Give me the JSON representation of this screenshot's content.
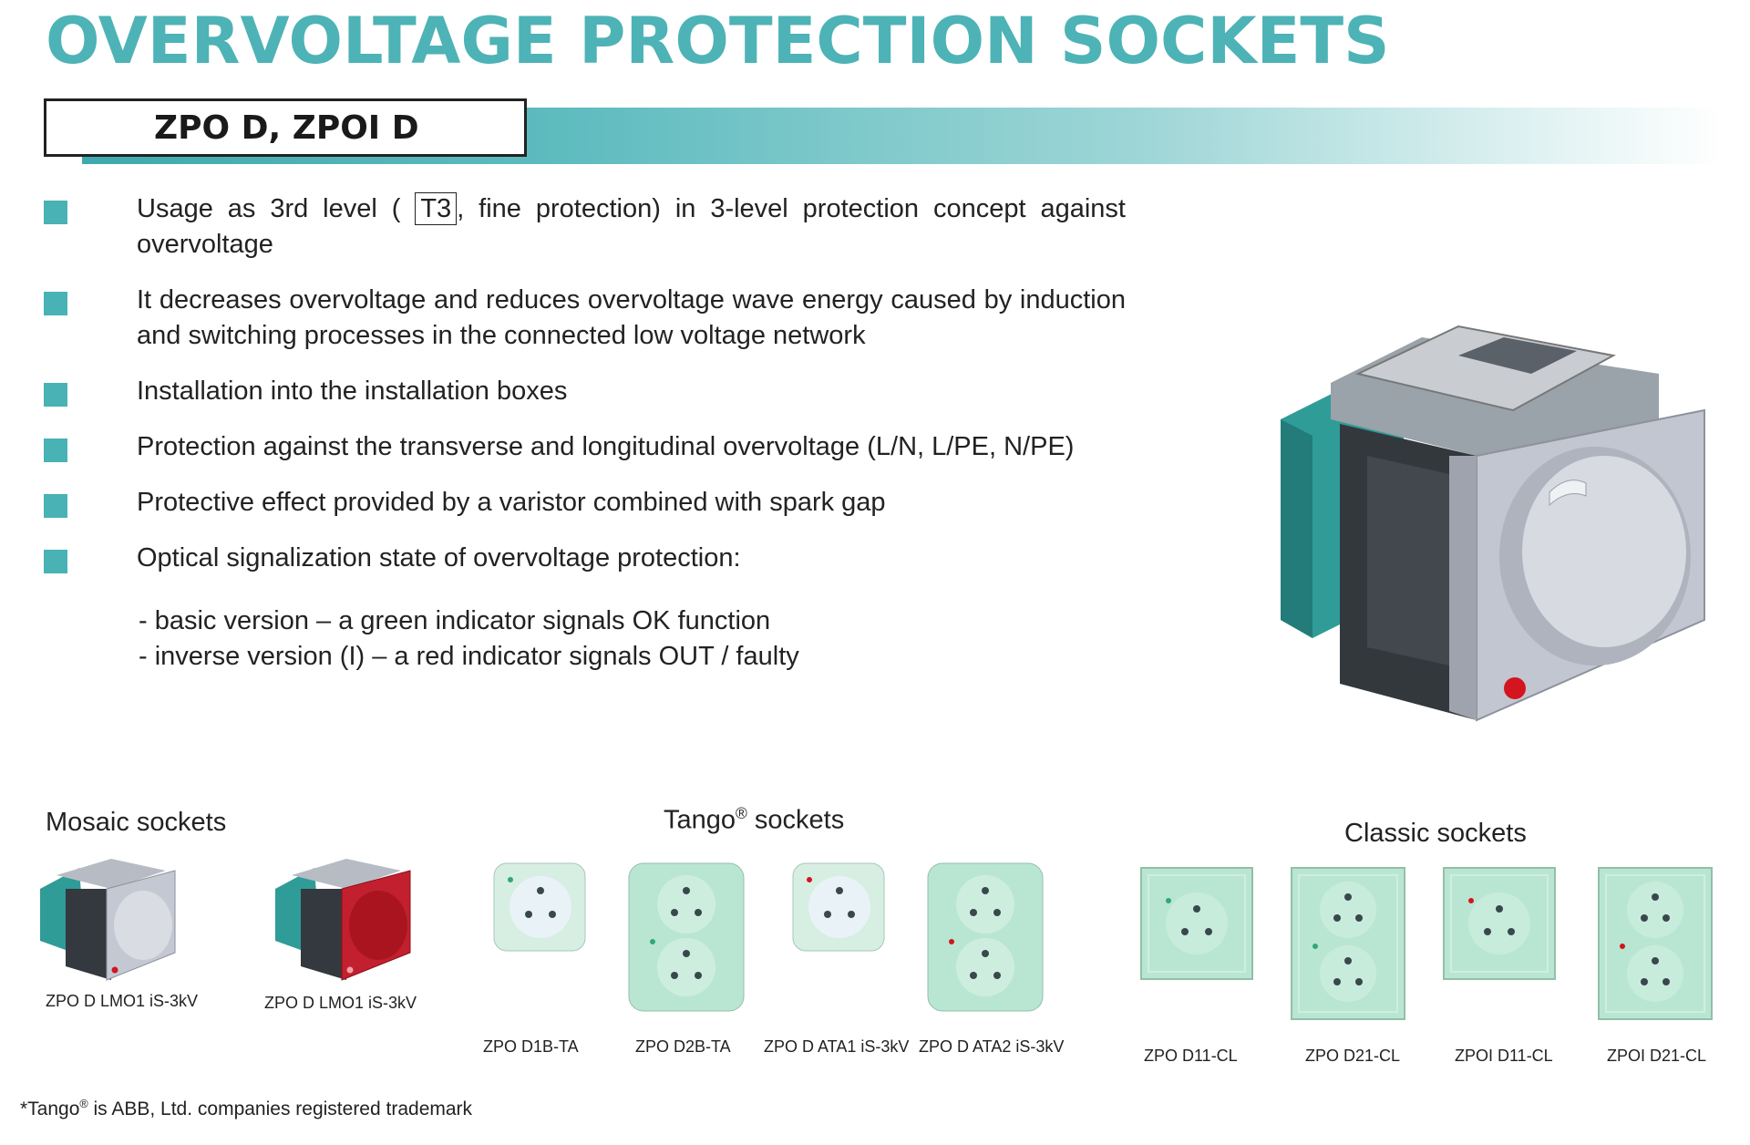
{
  "title": "OVERVOLTAGE PROTECTION SOCKETS",
  "subtitle": "ZPO D, ZPOI D",
  "bullets": {
    "b1_pre": "Usage as 3rd level (",
    "b1_box": "T3",
    "b1_post": ", fine protection) in 3-level protection concept against overvoltage",
    "b2": "It decreases overvoltage and reduces overvoltage wave energy caused by induction and switching processes in the connected low voltage network",
    "b3": "Installation into the installation boxes",
    "b4": "Protection against the transverse and longitudinal overvoltage (L/N, L/PE, N/PE)",
    "b5": "Protective effect provided by a varistor combined with spark gap",
    "b6": "Optical signalization state of overvoltage protection:"
  },
  "sub_lines": [
    "- basic version – a green indicator signals OK function",
    "- inverse version (I) –  a red indicator  signals OUT / faulty"
  ],
  "sections": {
    "mosaic": "Mosaic sockets",
    "tango_name": "Tango",
    "tango_mark": "®",
    "tango_rest": " sockets",
    "classic": "Classic sockets"
  },
  "products": {
    "mosaic": [
      "ZPO D LMO1 iS-3kV",
      "ZPO D LMO1 iS-3kV"
    ],
    "tango": [
      "ZPO D1B-TA",
      "ZPO D2B-TA",
      "ZPO D ATA1 iS-3kV",
      "ZPO D ATA2 iS-3kV"
    ],
    "classic": [
      "ZPO D11-CL",
      "ZPO D21-CL",
      "ZPOI D11-CL",
      "ZPOI D21-CL"
    ]
  },
  "footnote": {
    "pre": "*Tango",
    "mark": "®",
    "post": " is ABB, Ltd. companies registered trademark"
  },
  "colors": {
    "accent": "#4db3b6",
    "bullet": "#48b2b5",
    "socket_green": "#b9e6d2",
    "mosaic_red": "#c2202e",
    "indicator_red": "#d4141f",
    "indicator_green": "#2fa877"
  }
}
